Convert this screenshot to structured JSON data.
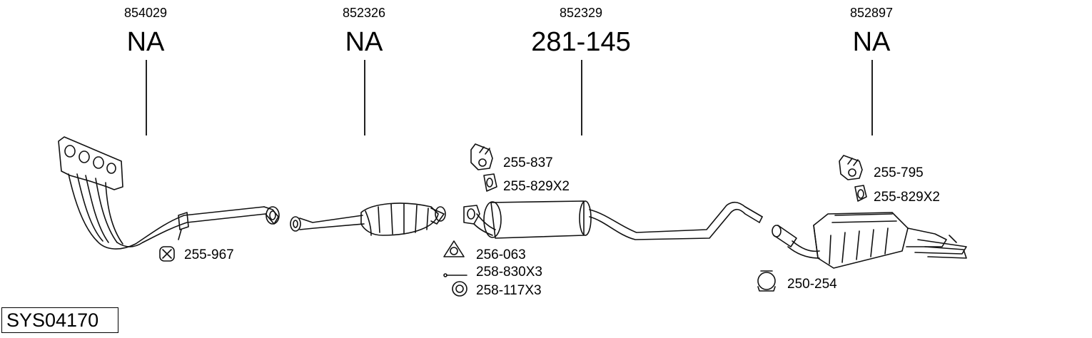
{
  "columns": [
    {
      "code": "854029",
      "number": "NA"
    },
    {
      "code": "852326",
      "number": "NA"
    },
    {
      "code": "852329",
      "number": "281-145"
    },
    {
      "code": "852897",
      "number": "NA"
    }
  ],
  "parts": [
    {
      "ref": "255-967"
    },
    {
      "ref": "255-837"
    },
    {
      "ref": "255-829X2"
    },
    {
      "ref": "256-063"
    },
    {
      "ref": "258-830X3"
    },
    {
      "ref": "258-117X3"
    },
    {
      "ref": "255-795"
    },
    {
      "ref": "255-829X2"
    },
    {
      "ref": "250-254"
    }
  ],
  "system_id": "SYS04170"
}
